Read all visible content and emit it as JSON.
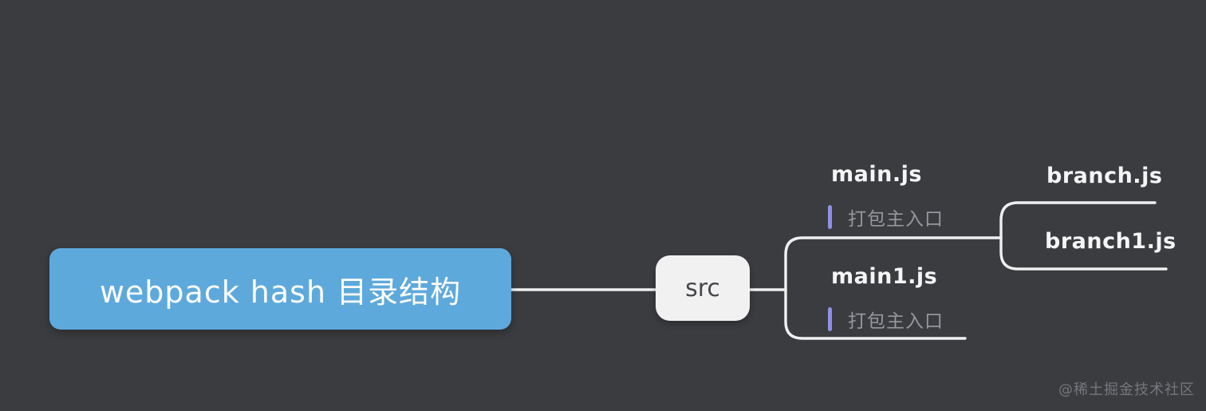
{
  "canvas": {
    "background_color": "#3b3c40",
    "watermark": "@稀土掘金技术社区",
    "watermark_color": "#76767b"
  },
  "colors": {
    "root_fill": "#5ea9dc",
    "root_text": "#fdfdfd",
    "node_fill": "#f1f1f2",
    "node_text": "#45464a",
    "connector_line": "#f0f0f0",
    "topic_text": "#f5f5f6",
    "note_marker": "#8f90e6",
    "note_text": "#97979d"
  },
  "mindmap": {
    "root": {
      "label": "webpack hash 目录结构"
    },
    "src": {
      "label": "src"
    },
    "children": [
      {
        "label": "main.js",
        "note": "打包主入口"
      },
      {
        "label": "main1.js",
        "note": "打包主入口"
      }
    ],
    "branches": [
      {
        "label": "branch.js"
      },
      {
        "label": "branch1.js"
      }
    ]
  }
}
